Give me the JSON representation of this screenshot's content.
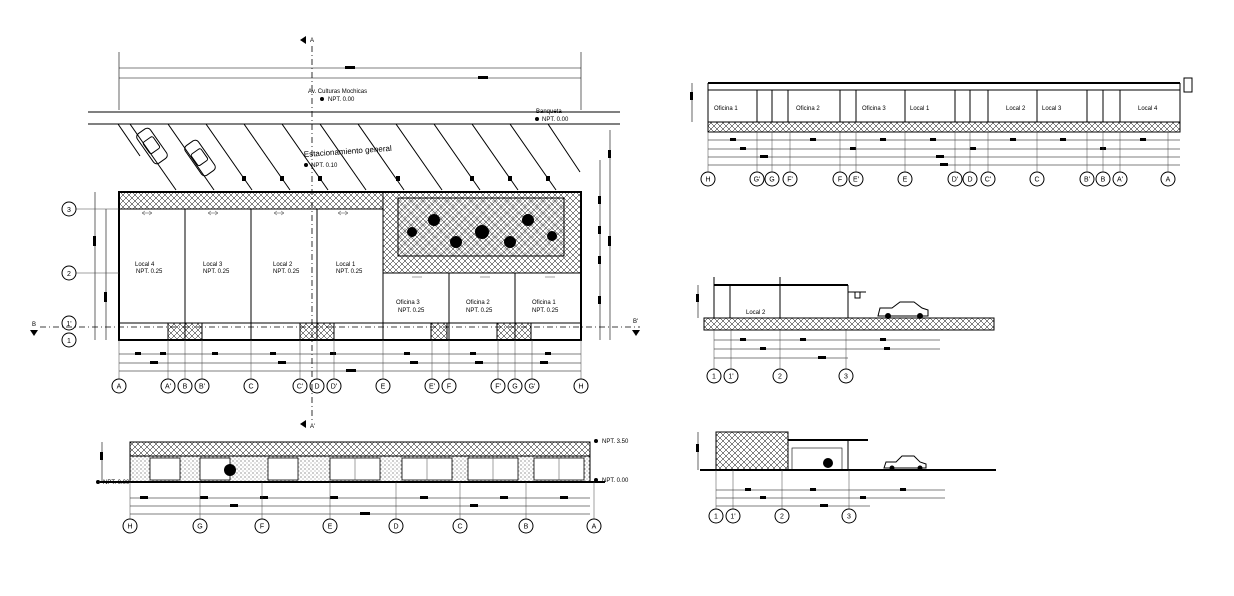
{
  "site_plan": {
    "street_label": "Av. Culturas Mochicas",
    "street_level": "NPT. 0.00",
    "sidewalk_label": "Banqueta",
    "sidewalk_level": "NPT. 0.00",
    "parking_label": "Estacionamiento general",
    "parking_level": "NPT. 0.10",
    "units": [
      {
        "name": "Local 4",
        "level": "NPT. 0.25"
      },
      {
        "name": "Local 3",
        "level": "NPT. 0.25"
      },
      {
        "name": "Local 2",
        "level": "NPT. 0.25"
      },
      {
        "name": "Local 1",
        "level": "NPT. 0.25"
      }
    ],
    "offices": [
      {
        "name": "Oficina 3",
        "level": "NPT. 0.25"
      },
      {
        "name": "Oficina 2",
        "level": "NPT. 0.25"
      },
      {
        "name": "Oficina 1",
        "level": "NPT. 0.25"
      }
    ],
    "section_marks": {
      "a_top": "A",
      "a_bottom": "A'",
      "b_left": "B",
      "b_right": "B'"
    },
    "row_axes": [
      "3",
      "2",
      "1'",
      "1"
    ],
    "col_axes": [
      "A",
      "A'",
      "B",
      "B'",
      "C",
      "C'",
      "D",
      "D'",
      "E",
      "E'",
      "F",
      "F'",
      "G",
      "G'",
      "H"
    ]
  },
  "elevation_front": {
    "col_axes": [
      "H",
      "G",
      "F",
      "E",
      "D",
      "C",
      "B",
      "A"
    ],
    "levels": [
      "NPT. 3.50",
      "NPT. 0.00",
      "NPT. 0.00"
    ]
  },
  "section_long": {
    "rooms": [
      "Oficina 1",
      "Oficina 2",
      "Oficina 3",
      "Local 1",
      "Local 2",
      "Local 3",
      "Local 4"
    ],
    "col_axes": [
      "H",
      "G'",
      "G",
      "F'",
      "F",
      "E'",
      "E",
      "D'",
      "D",
      "C'",
      "C",
      "B'",
      "B",
      "A'",
      "A"
    ]
  },
  "section_cross": {
    "room": "Local 2",
    "col_axes": [
      "1",
      "1'",
      "2",
      "3"
    ]
  },
  "elevation_side": {
    "col_axes": [
      "1",
      "1'",
      "2",
      "3"
    ]
  }
}
